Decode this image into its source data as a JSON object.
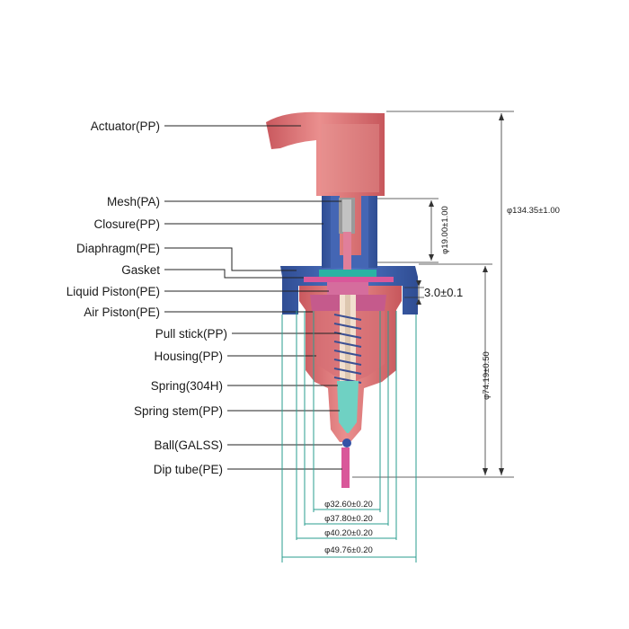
{
  "parts": [
    {
      "id": "actuator",
      "label": "Actuator(PP)"
    },
    {
      "id": "mesh",
      "label": "Mesh(PA)"
    },
    {
      "id": "closure",
      "label": "Closure(PP)"
    },
    {
      "id": "diaphragm",
      "label": "Diaphragm(PE)"
    },
    {
      "id": "gasket",
      "label": "Gasket"
    },
    {
      "id": "liquid-piston",
      "label": "Liquid Piston(PE)"
    },
    {
      "id": "air-piston",
      "label": "Air Piston(PE)"
    },
    {
      "id": "pull-stick",
      "label": "Pull stick(PP)"
    },
    {
      "id": "housing",
      "label": "Housing(PP)"
    },
    {
      "id": "spring",
      "label": "Spring(304H)"
    },
    {
      "id": "spring-stem",
      "label": "Spring stem(PP)"
    },
    {
      "id": "ball",
      "label": "Ball(GALSS)"
    },
    {
      "id": "dip-tube",
      "label": "Dip tube(PE)"
    }
  ],
  "dimensions": {
    "overall_height": "φ134.35±1.00",
    "closure_height": "φ19.00±1.00",
    "stroke": "3.0±0.1",
    "body_height": "φ74.19±0.50",
    "dia_1": "φ32.60±0.20",
    "dia_2": "φ37.80±0.20",
    "dia_3": "φ40.20±0.20",
    "dia_4": "φ49.76±0.20"
  },
  "colors": {
    "pink": "#e08080",
    "pink_dark": "#c95f63",
    "blue": "#3f63b4",
    "blue_dark": "#2f4d93",
    "teal": "#2a9d8f",
    "magenta": "#d9589a"
  }
}
